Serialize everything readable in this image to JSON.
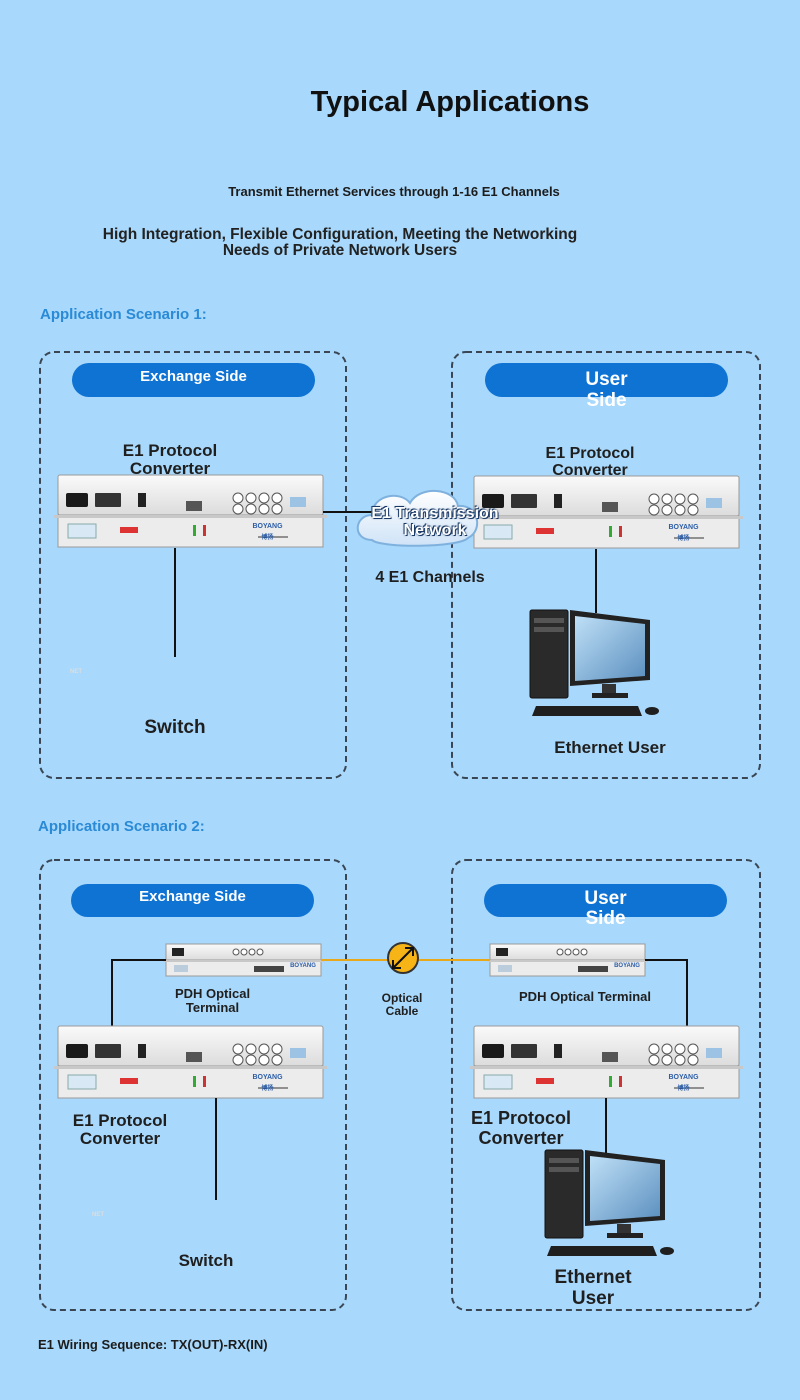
{
  "header": {
    "title": "Typical Applications",
    "subtitle": "Transmit Ethernet Services through 1-16 E1 Channels",
    "tagline": "High Integration, Flexible Configuration, Meeting the Networking Needs of Private Network Users"
  },
  "scenario1": {
    "heading": "Application Scenario 1:",
    "exchange_label": "Exchange Side",
    "user_label": "User Side",
    "left_converter_label": "E1 Protocol Converter",
    "right_converter_label": "E1 Protocol Converter",
    "network_label": "E1 Transmission Network",
    "channels_label": "4 E1 Channels",
    "switch_label": "Switch",
    "ethernet_user_label": "Ethernet User",
    "device_brand": "BOYANG",
    "device_brand_cn": "博扬",
    "switch_brand": "NET"
  },
  "scenario2": {
    "heading": "Application Scenario 2:",
    "exchange_label": "Exchange Side",
    "user_label": "User Side",
    "left_terminal_label": "PDH Optical Terminal",
    "right_terminal_label": "PDH Optical Terminal",
    "cable_label": "Optical Cable",
    "left_converter_label": "E1 Protocol Converter",
    "right_converter_label": "E1 Protocol Converter",
    "switch_label": "Switch",
    "ethernet_user_label": "Ethernet User",
    "device_brand": "BOYANG",
    "device_brand_cn": "博扬",
    "switch_brand": "NET"
  },
  "footer": {
    "wiring": "E1 Wiring Sequence: TX(OUT)-RX(IN)"
  },
  "colors": {
    "background": "#a8d8fb",
    "pill": "#0f73d4",
    "scenario_heading": "#2a8ad6",
    "optical_cable": "#e8a81a"
  }
}
